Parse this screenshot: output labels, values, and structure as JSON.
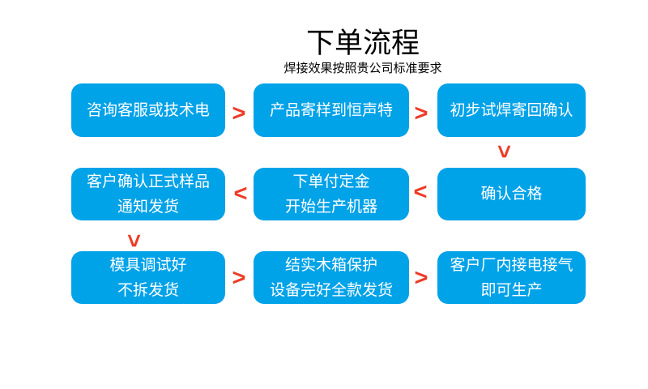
{
  "header": {
    "title": "下单流程",
    "subtitle": "焊接效果按照贵公司标准要求"
  },
  "colors": {
    "background": "#ffffff",
    "title": "#000000",
    "box_fill": "#00a2e8",
    "box_text": "#ffffff",
    "arrow": "#ee3b26"
  },
  "flow": {
    "arrow_glyph": ">",
    "steps": [
      {
        "id": "step-1",
        "lines": [
          "咨询客服或技术电"
        ]
      },
      {
        "id": "step-2",
        "lines": [
          "产品寄样到恒声特"
        ]
      },
      {
        "id": "step-3",
        "lines": [
          "初步试焊寄回确认"
        ]
      },
      {
        "id": "step-4",
        "lines": [
          "客户确认正式样品",
          "通知发货"
        ]
      },
      {
        "id": "step-5",
        "lines": [
          "下单付定金",
          "开始生产机器"
        ]
      },
      {
        "id": "step-6",
        "lines": [
          "确认合格"
        ]
      },
      {
        "id": "step-7",
        "lines": [
          "模具调试好",
          "不拆发货"
        ]
      },
      {
        "id": "step-8",
        "lines": [
          "结实木箱保护",
          "设备完好全款发货"
        ]
      },
      {
        "id": "step-9",
        "lines": [
          "客户厂内接电接气",
          "即可生产"
        ]
      }
    ],
    "connections": [
      {
        "from": "step-1",
        "to": "step-2",
        "direction": "right"
      },
      {
        "from": "step-2",
        "to": "step-3",
        "direction": "right"
      },
      {
        "from": "step-3",
        "to": "step-6",
        "direction": "down"
      },
      {
        "from": "step-6",
        "to": "step-5",
        "direction": "left"
      },
      {
        "from": "step-5",
        "to": "step-4",
        "direction": "left"
      },
      {
        "from": "step-4",
        "to": "step-7",
        "direction": "down"
      },
      {
        "from": "step-7",
        "to": "step-8",
        "direction": "right"
      },
      {
        "from": "step-8",
        "to": "step-9",
        "direction": "right"
      }
    ]
  }
}
